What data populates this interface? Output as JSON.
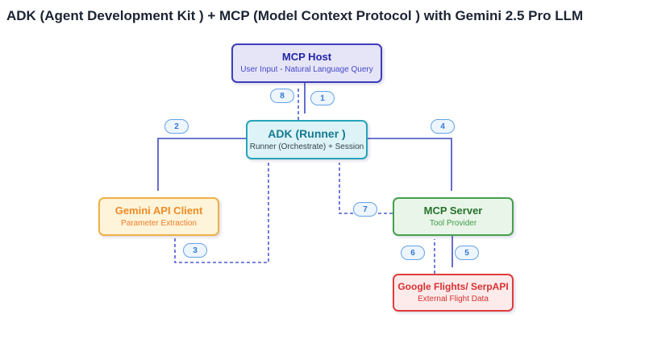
{
  "title": "ADK (Agent Development Kit ) + MCP (Model Context Protocol ) with Gemini 2.5 Pro LLM",
  "nodes": [
    {
      "id": "mcp-host",
      "title": "MCP Host",
      "subtitle": "User Input - Natural Language Query",
      "fill": "#e5e5f7",
      "border": "#3d3dbb",
      "title_color": "#2424a8",
      "subtitle_color": "#4848c9"
    },
    {
      "id": "adk-runner",
      "title": "ADK (Runner )",
      "subtitle": "Runner (Orchestrate) + Session",
      "fill": "#ddf3f7",
      "border": "#26a4ba",
      "title_color": "#147a8f",
      "subtitle_color": "#33444b"
    },
    {
      "id": "gemini-api-client",
      "title": "Gemini API Client",
      "subtitle": "Parameter Extraction",
      "fill": "#fdf4d9",
      "border": "#f0b044",
      "title_color": "#f08b26",
      "subtitle_color": "#ee7c28"
    },
    {
      "id": "mcp-server",
      "title": "MCP Server",
      "subtitle": "Tool Provider",
      "fill": "#e9f5e9",
      "border": "#44a14a",
      "title_color": "#27722c",
      "subtitle_color": "#3f9a45"
    },
    {
      "id": "google-flights-serpapi",
      "title": "Google Flights/ SerpAPI",
      "subtitle": "External Flight Data",
      "fill": "#fdebeb",
      "border": "#e23c3c",
      "title_color": "#d63031",
      "subtitle_color": "#d63031"
    }
  ],
  "flows": [
    {
      "step": "1",
      "from": "MCP Host",
      "to": "ADK (Runner )",
      "style": "solid"
    },
    {
      "step": "2",
      "from": "ADK (Runner )",
      "to": "Gemini API Client",
      "style": "solid"
    },
    {
      "step": "3",
      "from": "Gemini API Client",
      "to": "ADK (Runner )",
      "style": "dashed"
    },
    {
      "step": "4",
      "from": "ADK (Runner )",
      "to": "MCP Server",
      "style": "solid"
    },
    {
      "step": "5",
      "from": "MCP Server",
      "to": "Google Flights/ SerpAPI",
      "style": "solid"
    },
    {
      "step": "6",
      "from": "Google Flights/ SerpAPI",
      "to": "MCP Server",
      "style": "dashed"
    },
    {
      "step": "7",
      "from": "MCP Server",
      "to": "ADK (Runner )",
      "style": "dashed"
    },
    {
      "step": "8",
      "from": "ADK (Runner )",
      "to": "MCP Host",
      "style": "dashed"
    }
  ],
  "colors": {
    "title_text": "#1b2433",
    "solid_arrow": "#3f49c1",
    "dashed_arrow": "#4d5bd0",
    "badge_fill": "#edf5fe",
    "badge_border": "#64a3e8",
    "badge_text": "#3577d4"
  }
}
